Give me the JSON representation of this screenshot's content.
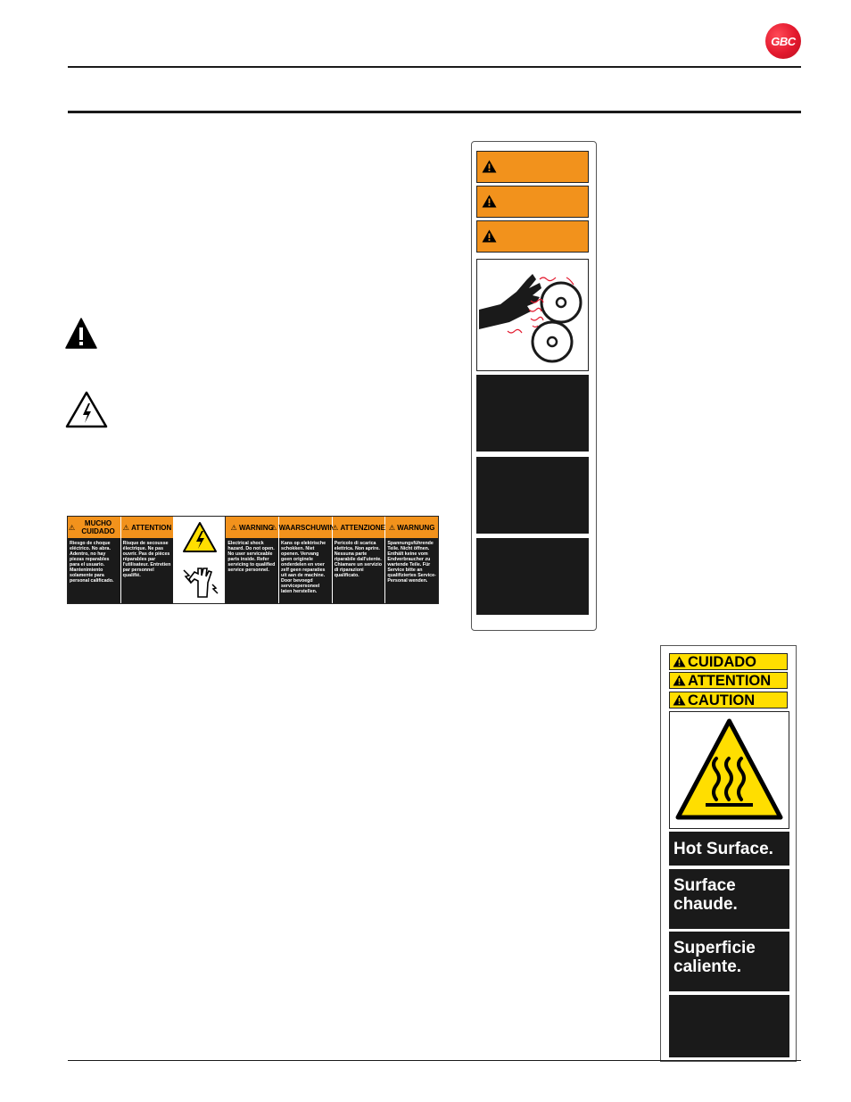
{
  "header": {
    "logo_text": "GBC",
    "logo_color": "#e3182d"
  },
  "symbols": {
    "warning": "warning-triangle-icon",
    "electrical": "electrical-hazard-icon"
  },
  "shock_label": {
    "colors": {
      "header": "#f2921c",
      "body": "#1a1a1a"
    },
    "panels": [
      {
        "heading": "MUCHO CUIDADO",
        "text": "Riesgo de choque eléctrico. No abra. Adentro, no hay piezas reparables para el usuario. Mantenimiento solamente para personal calificado."
      },
      {
        "heading": "ATTENTION",
        "text": "Risque de secousse électrique. Ne pas ouvrir. Pas de pièces réparables par l'utilisateur. Entretien par personnel qualifié."
      },
      {
        "heading": "WARNING",
        "text": "Electrical shock hazard. Do not open. No user serviceable parts inside. Refer servicing to qualified service personnel."
      },
      {
        "heading": "WAARSCHUWING",
        "text": "Kans op elektrische schokken. Niet openen. Vervang geen originele onderdelen en voer zelf geen reparaties uit aan de machine. Door bevoegd servicepersoneel laten herstellen."
      },
      {
        "heading": "ATTENZIONE",
        "text": "Pericolo di scarica elettrica. Non aprire. Nessuna parte riparabile dall'utente. Chiamare un servizio di riparazioni qualificato."
      },
      {
        "heading": "WARNUNG",
        "text": "Spannungsführende Teile. Nicht öffnen. Enthält keine vom Endverbraucher zu wartende Teile. Für Service bitte an qualifiziertes Service-Personal wenden."
      }
    ]
  },
  "pinch_label": {
    "header_color": "#f2921c",
    "pictogram": "roller-pinch-hazard-icon"
  },
  "hot_label": {
    "header_color": "#ffde00",
    "headings": [
      "CUIDADO",
      "ATTENTION",
      "CAUTION"
    ],
    "pictogram": "hot-surface-icon",
    "messages": [
      "Hot Surface.",
      "Surface chaude.",
      "Superficie caliente."
    ]
  }
}
